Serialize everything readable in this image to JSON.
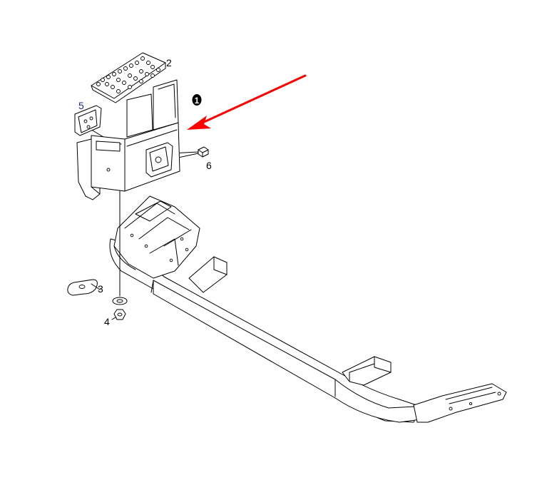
{
  "callouts": {
    "c1": "1",
    "c2": "2",
    "c3": "3",
    "c4": "4",
    "c5": "5",
    "c6": "6"
  },
  "colors": {
    "line": "#000000",
    "arrow": "#ff0000",
    "background": "#ffffff",
    "callout_5": "#1a2a8a"
  }
}
